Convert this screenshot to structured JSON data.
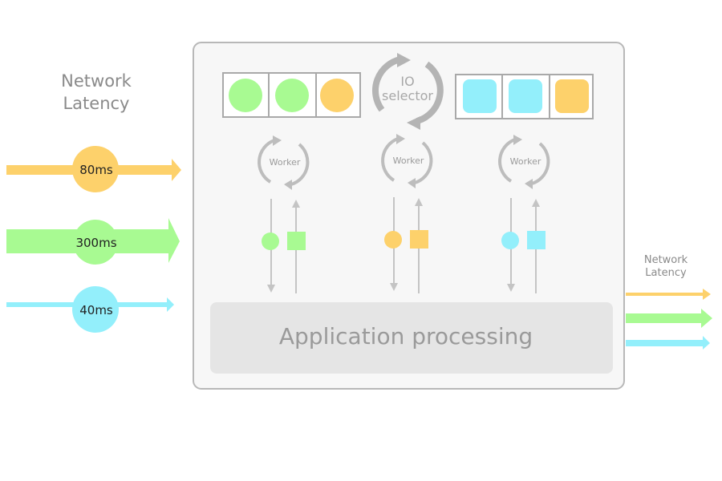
{
  "left_label": {
    "line1": "Network",
    "line2": "Latency"
  },
  "right_label": {
    "line1": "Network",
    "line2": "Latency"
  },
  "flows": [
    {
      "latency": "80ms",
      "color": "#fdd16b"
    },
    {
      "latency": "300ms",
      "color": "#a8fa92"
    },
    {
      "latency": "40ms",
      "color": "#93effb"
    }
  ],
  "io_selector": {
    "line1": "IO",
    "line2": "selector"
  },
  "workers": [
    {
      "label": "Worker"
    },
    {
      "label": "Worker"
    },
    {
      "label": "Worker"
    }
  ],
  "app": {
    "label": "Application processing"
  },
  "colors": {
    "yellow": "#fdd16b",
    "green": "#a8fa92",
    "cyan": "#93effb",
    "box_border": "#b8b8b8",
    "text_gray": "#8a8a8a",
    "app_fill": "#e5e5e5"
  }
}
